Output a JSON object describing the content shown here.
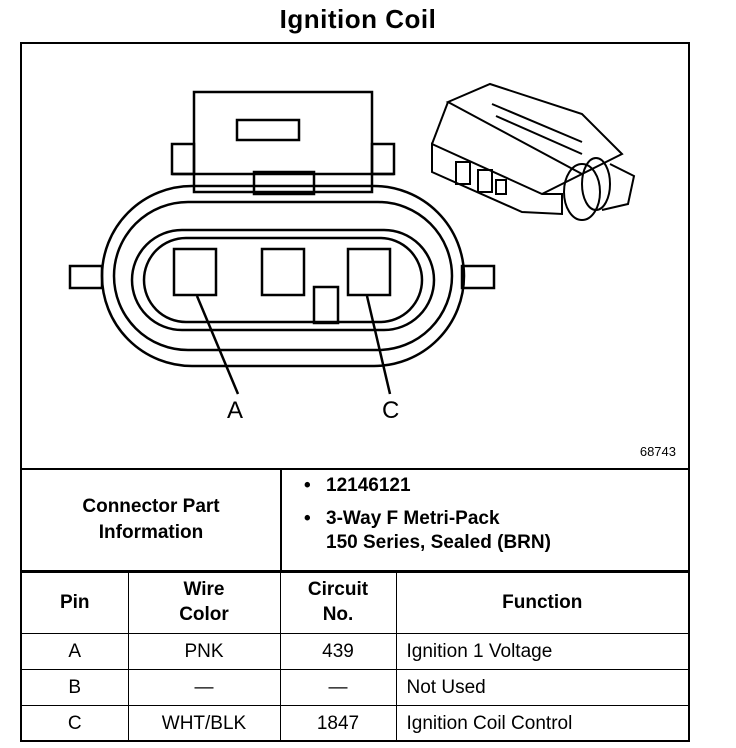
{
  "title": "Ignition Coil",
  "figure_number": "68743",
  "pin_labels": {
    "a": "A",
    "c": "C"
  },
  "connector_info": {
    "label_line1": "Connector Part",
    "label_line2": "Information",
    "items": [
      "12146121",
      "3-Way F Metri-Pack",
      "150 Series, Sealed (BRN)"
    ],
    "bullet": "•"
  },
  "table": {
    "headers": {
      "pin": "Pin",
      "wire_color_1": "Wire",
      "wire_color_2": "Color",
      "circuit_1": "Circuit",
      "circuit_2": "No.",
      "function": "Function"
    },
    "rows": [
      {
        "pin": "A",
        "wire_color": "PNK",
        "circuit": "439",
        "function": "Ignition 1 Voltage"
      },
      {
        "pin": "B",
        "wire_color": "—",
        "circuit": "—",
        "function": "Not Used"
      },
      {
        "pin": "C",
        "wire_color": "WHT/BLK",
        "circuit": "1847",
        "function": "Ignition Coil Control"
      }
    ]
  }
}
